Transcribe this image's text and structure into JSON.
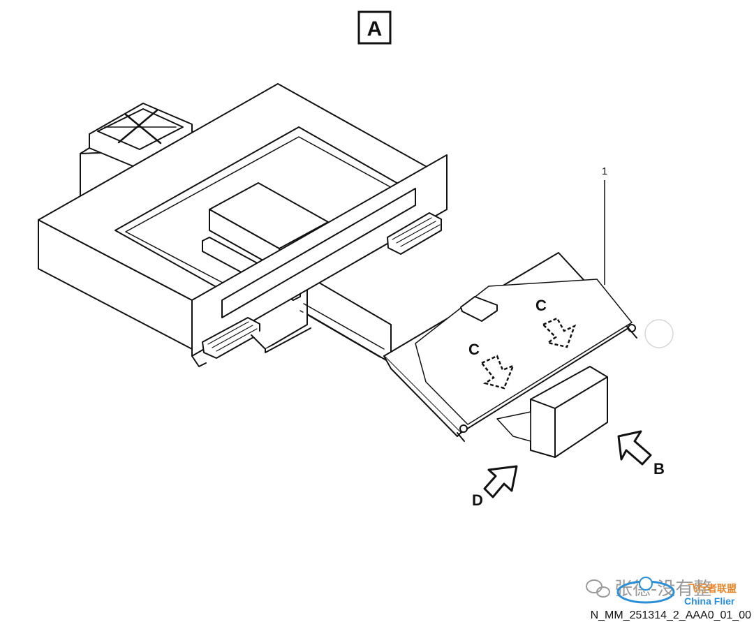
{
  "figure": {
    "view_label": "A",
    "callout_number": "1",
    "arrow_labels": {
      "c_left": "C",
      "c_right": "C",
      "b": "B",
      "d": "D"
    },
    "code": "N_MM_251314_2_AAA0_01_00"
  },
  "watermark": {
    "chinese_text": "张德-没有整",
    "brand_chinese": "飞行者联盟",
    "brand_latin": "China Flier"
  },
  "colors": {
    "ink": "#111111",
    "paper": "#ffffff",
    "watermark_gray": "#9a9a9a",
    "brand_orange": "#e8862a",
    "brand_blue": "#2a8fd6"
  },
  "icons": {
    "wechat": "wechat-icon",
    "brand": "china-flier-logo-icon"
  }
}
